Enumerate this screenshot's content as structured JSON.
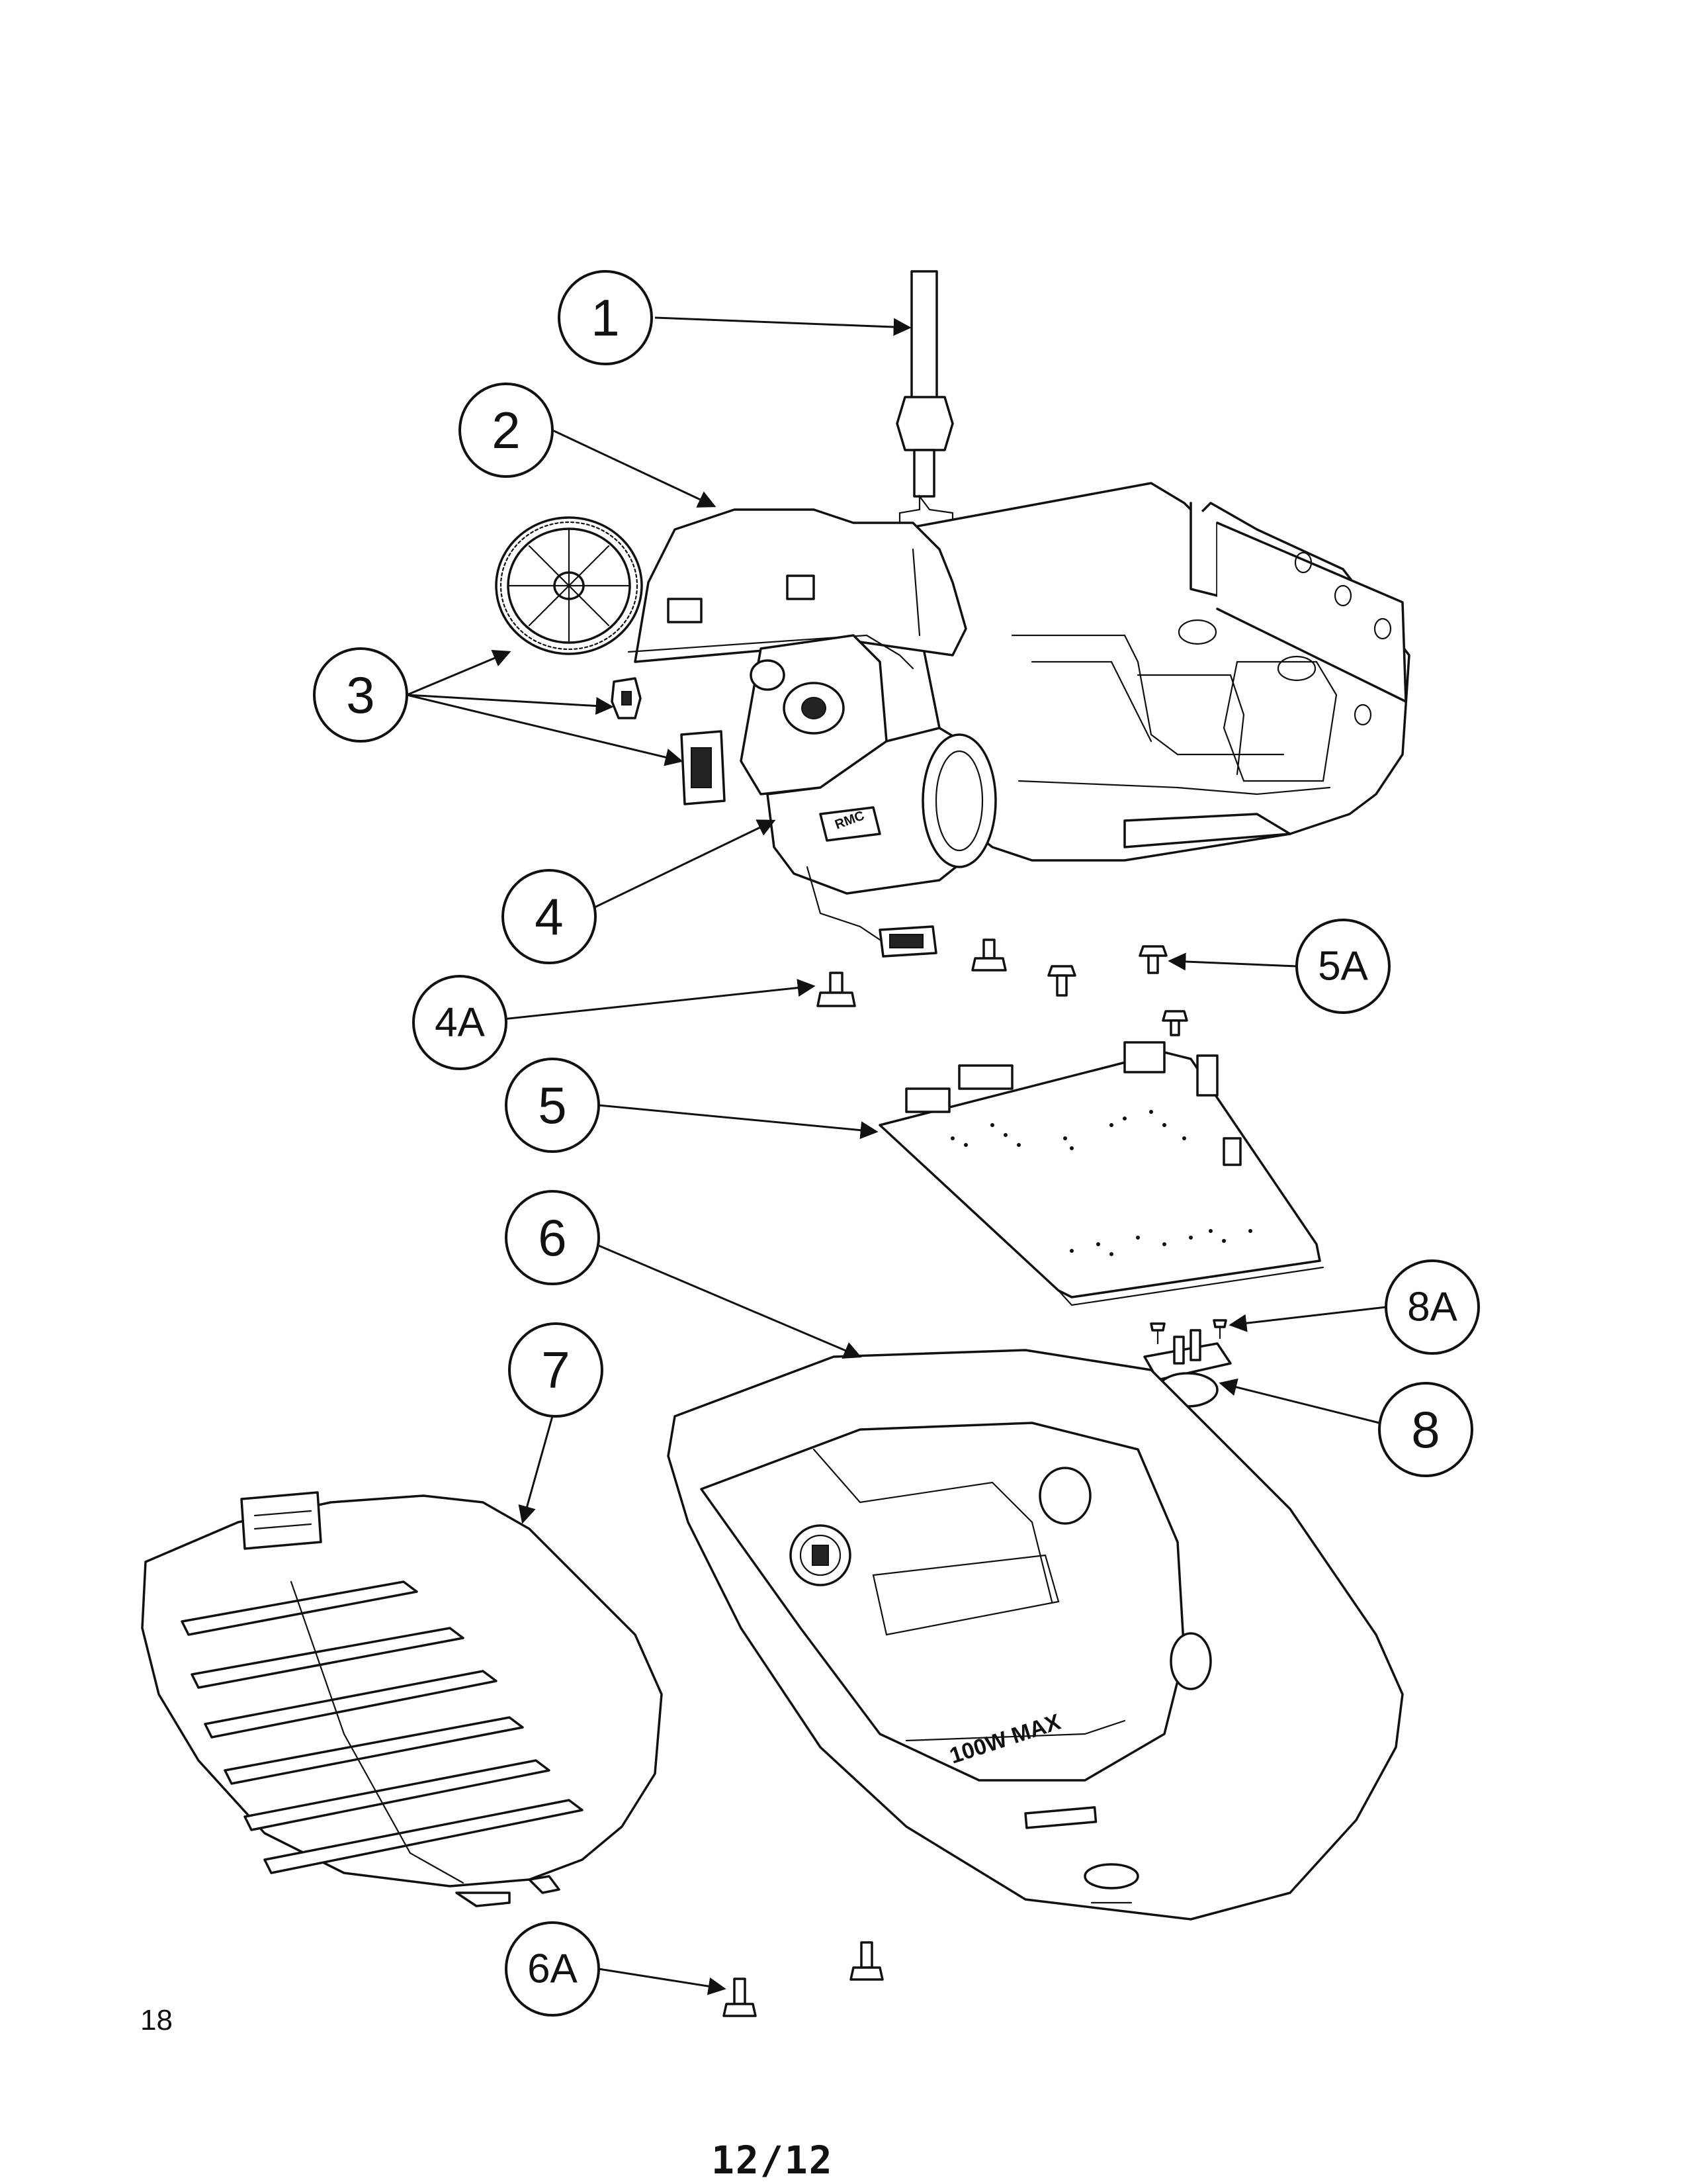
{
  "callouts": {
    "c1": "1",
    "c2": "2",
    "c3": "3",
    "c4": "4",
    "c4A": "4A",
    "c5": "5",
    "c5A": "5A",
    "c6": "6",
    "c6A": "6A",
    "c7": "7",
    "c8": "8",
    "c8A": "8A"
  },
  "cover_marking": "100W MAX",
  "motor_label": "RMC",
  "page_number": "18",
  "sheet_number": "12/12"
}
